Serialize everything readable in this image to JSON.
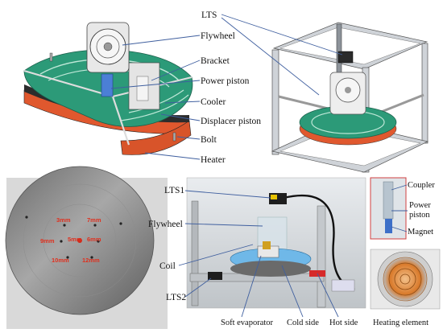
{
  "labels": {
    "lts": "LTS",
    "flywheel": "Flywheel",
    "bracket": "Bracket",
    "power_piston": "Power piston",
    "cooler": "Cooler",
    "displacer_piston": "Displacer piston",
    "bolt": "Bolt",
    "heater": "Heater",
    "lts1": "LTS1",
    "flywheel_photo": "Flywheel",
    "coil": "Coil",
    "lts2": "LTS2",
    "soft_evaporator": "Soft evaporator",
    "cold_side": "Cold side",
    "hot_side": "Hot side",
    "heating_element": "Heating element",
    "coupler": "Coupler",
    "power_piston_inset_1": "Power",
    "power_piston_inset_2": "piston",
    "magnet": "Magnet"
  },
  "plate_marks": [
    "3mm",
    "7mm",
    "9mm",
    "6mm",
    "5mm",
    "10mm",
    "12mm"
  ]
}
